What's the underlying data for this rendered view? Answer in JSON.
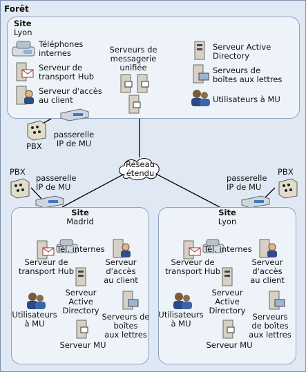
{
  "forest": {
    "title": "Forêt"
  },
  "site_lyon_top": {
    "label": "Site",
    "city": "Lyon",
    "phones": "Téléphones\ninternes",
    "hub": "Serveur de\ntransport Hub",
    "cas": "Serveur d'accès\nau client",
    "um": "Serveurs de\nmessagerie\nunifiée",
    "ad": "Serveur Active\nDirectory",
    "mbx": "Serveurs de\nboîtes aux lettres",
    "users": "Utilisateurs à MU"
  },
  "top_pbx": {
    "pbx": "PBX",
    "gateway": "passerelle\nIP de MU"
  },
  "wan": {
    "label": "Réseau\nétendu"
  },
  "left_pbx": {
    "pbx": "PBX",
    "gateway": "passerelle\nIP de MU"
  },
  "right_pbx": {
    "pbx": "PBX",
    "gateway": "passerelle\nIP de MU"
  },
  "site_madrid": {
    "label": "Site",
    "city": "Madrid",
    "phones": "Tél. internes",
    "hub": "Serveur de\ntransport Hub",
    "cas": "Serveur\nd'accès\nau client",
    "ad": "Serveur\nActive\nDirectory",
    "users": "Utilisateurs\nà MU",
    "mbx": "Serveurs de\nboîtes\naux lettres",
    "um": "Serveur MU"
  },
  "site_lyon_bottom": {
    "label": "Site",
    "city": "Lyon",
    "phones": "Tél. internes",
    "hub": "Serveur de\ntransport Hub",
    "cas": "Serveur\nd'accès\nau client",
    "ad": "Serveur\nActive\nDirectory",
    "users": "Utilisateurs\nà MU",
    "mbx": "Serveurs\nde boîtes\naux lettres",
    "um": "Serveur MU"
  }
}
